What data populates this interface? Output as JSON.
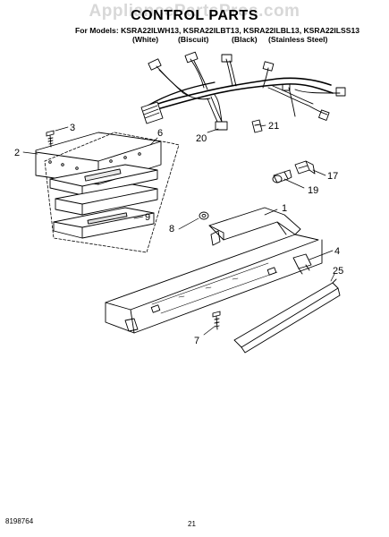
{
  "header": {
    "watermark": "AppliancePartsPros.com",
    "title": "CONTROL PARTS",
    "models_line": "For Models: KSRA22ILWH13, KSRA22ILBT13, KSRA22ILBL13, KSRA22ILSS13",
    "variants": [
      "(White)",
      "(Biscuit)",
      "(Black)",
      "(Stainless Steel)"
    ]
  },
  "callouts": [
    "3",
    "2",
    "6",
    "9",
    "8",
    "1",
    "20",
    "21",
    "17",
    "19",
    "4",
    "25",
    "7"
  ],
  "footer": {
    "doc_number": "8198764",
    "page_number": "21"
  }
}
